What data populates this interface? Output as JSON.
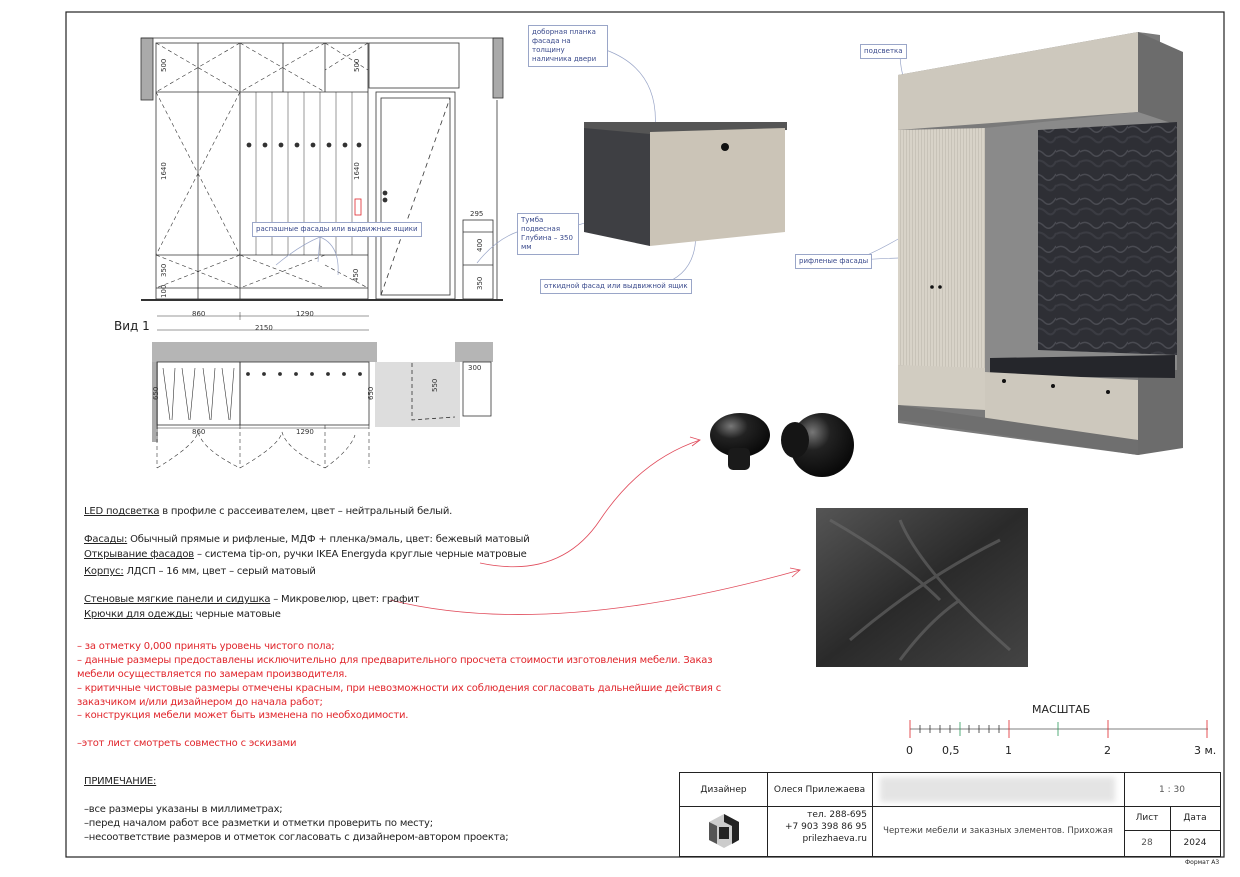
{
  "drawing": {
    "view_label": "Вид 1",
    "dimensions": {
      "elev_top": "500",
      "elev_mid": "1640",
      "elev_bottom": "350",
      "elev_plinth": "100",
      "elev_drawer": "450",
      "tumba_width": "295",
      "tumba_height": "400",
      "tumba_bottom": "350",
      "plan_left": "860",
      "plan_right": "1290",
      "plan_total": "2150",
      "plan_depth_left": "650",
      "plan_depth_right": "650",
      "plan_door": "550",
      "plan_cabinet": "300"
    },
    "callouts": {
      "dobor": "доборная планка фасада на толщину наличника двери",
      "tumba": "Тумба подвесная Глубина – 350 мм",
      "otkidnoy": "откидной фасад или выдвижной ящик",
      "raspashnye": "распашные фасады или выдвижные ящики",
      "podsvetka": "подсветка",
      "riflenye": "рифленые фасады"
    }
  },
  "specs": [
    {
      "label": "LED подсветка",
      "text": " в профиле с рассеивателем, цвет – нейтральный белый."
    },
    {
      "label": "Фасады:",
      "text": "   Обычный прямые и рифленые, МДФ + пленка/эмаль, цвет: бежевый матовый"
    },
    {
      "label": "Открывание фасадов",
      "text": " – система tip-on, ручки IKEA Energyda круглые черные матровые"
    },
    {
      "label": "Корпус:",
      "text": " ЛДСП – 16 мм, цвет –  серый матовый"
    },
    {
      "label": "Стеновые мягкие панели и сидушка",
      "text": " – Микровелюр, цвет: графит"
    },
    {
      "label": "Крючки для одежды:",
      "text": "  черные матовые"
    }
  ],
  "warnings": [
    "– за отметку 0,000 принять уровень чистого пола;",
    "– данные размеры предоставлены исключительно для предварительного просчета стоимости изготовления мебели. Заказ",
    "мебели осуществляется по замерам производителя.",
    "–  критичные чистовые размеры отмечены красным, при невозможности их соблюдения согласовать дальнейшие действия с",
    "заказчиком и/или дизайнером до начала работ;",
    "– конструкция мебели может быть изменена по необходимости.",
    "–этот лист смотреть совместно с эскизами"
  ],
  "notes": {
    "title": "ПРИМЕЧАНИЕ:",
    "items": [
      "–все размеры указаны в миллиметрах;",
      "–перед началом работ все разметки и отметки проверить по месту;",
      "–несоответствие размеров и отметок согласовать с дизайнером-автором проекта;"
    ]
  },
  "scale_bar": {
    "title": "МАСШТАБ",
    "labels": [
      "0",
      "0,5",
      "1",
      "2",
      "3 м."
    ],
    "max_m": 3
  },
  "title_block": {
    "designer_label": "Дизайнер",
    "designer_name": "Олеся Прилежаева",
    "phone1": "тел. 288-695",
    "phone2": "+7 903 398 86 95",
    "site": "prilezhaeva.ru",
    "scale": "1 : 30",
    "sheet_title": "Чертежи мебели и заказных элементов. Прихожая",
    "sheet_label": "Лист",
    "date_label": "Дата",
    "sheet_number": "28",
    "year": "2024",
    "format": "Формат А3"
  },
  "colors": {
    "red": "#e0252b",
    "callout": "#3a4a8c",
    "facade": "#cfcabf",
    "velour": "#2c2d33"
  }
}
